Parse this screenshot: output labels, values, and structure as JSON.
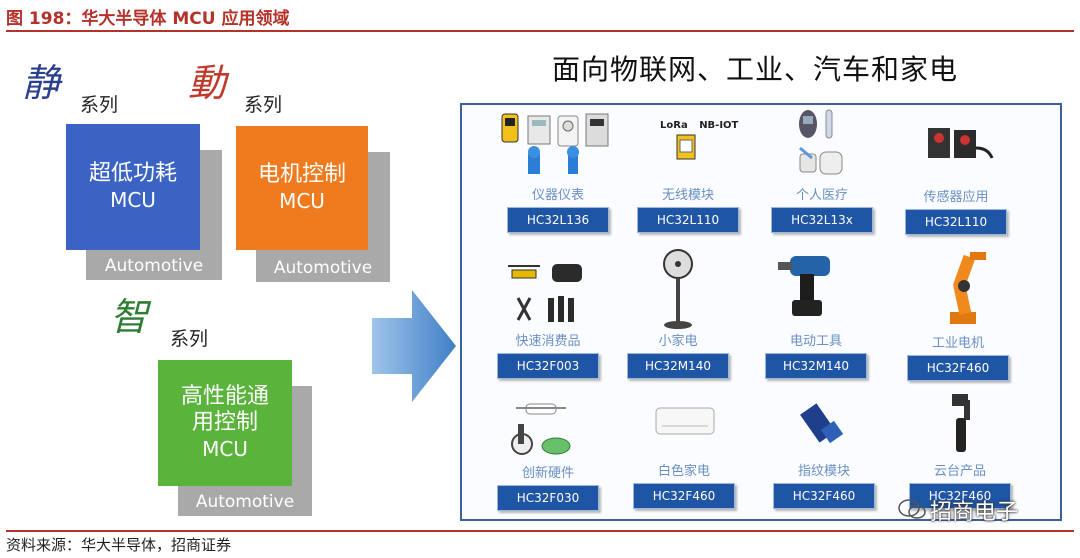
{
  "figure": {
    "title": "图 198：华大半导体 MCU 应用领域",
    "source": "资料来源：华大半导体，招商证券"
  },
  "series": [
    {
      "char": "静",
      "label": "系列",
      "color": "#2a3f8f"
    },
    {
      "char": "動",
      "label": "系列",
      "color": "#c0392b"
    },
    {
      "char": "智",
      "label": "系列",
      "color": "#2e7d32"
    }
  ],
  "cards": [
    {
      "line1": "超低功耗",
      "line2": "",
      "mcu": "MCU",
      "footer": "Automotive",
      "color": "#3b63c4"
    },
    {
      "line1": "电机控制",
      "line2": "",
      "mcu": "MCU",
      "footer": "Automotive",
      "color": "#f07a1e"
    },
    {
      "line1": "高性能通",
      "line2": "用控制",
      "mcu": "MCU",
      "footer": "Automotive",
      "color": "#5ab43c"
    }
  ],
  "arrow_color": "#4f8fd0",
  "panel": {
    "title": "面向物联网、工业、汽车和家电"
  },
  "apps": [
    {
      "label": "仪器仪表",
      "code": "HC32L136",
      "icon": "meter-icon"
    },
    {
      "label": "无线模块",
      "code": "HC32L110",
      "icon": "wireless-module-icon",
      "tag1": "LoRa",
      "tag2": "NB-IOT"
    },
    {
      "label": "个人医疗",
      "code": "HC32L13x",
      "icon": "medical-device-icon"
    },
    {
      "label": "传感器应用",
      "code": "HC32L110",
      "icon": "sensor-icon"
    },
    {
      "label": "快速消费品",
      "code": "HC32F003",
      "icon": "drone-icon"
    },
    {
      "label": "小家电",
      "code": "HC32M140",
      "icon": "fan-icon"
    },
    {
      "label": "电动工具",
      "code": "HC32M140",
      "icon": "drill-icon"
    },
    {
      "label": "工业电机",
      "code": "HC32F460",
      "icon": "robot-arm-icon"
    },
    {
      "label": "创新硬件",
      "code": "HC32F030",
      "icon": "robot-vacuum-icon"
    },
    {
      "label": "白色家电",
      "code": "HC32F460",
      "icon": "air-conditioner-icon"
    },
    {
      "label": "指纹模块",
      "code": "HC32F460",
      "icon": "fingerprint-module-icon"
    },
    {
      "label": "云台产品",
      "code": "HC32F460",
      "icon": "gimbal-icon"
    }
  ],
  "watermark": "招商电子"
}
